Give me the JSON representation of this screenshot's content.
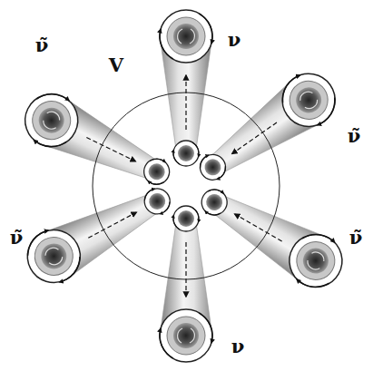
{
  "diagram": {
    "labels": [
      "ν",
      "ν̃",
      "V",
      "ν̃",
      "ν̃",
      "ν̃",
      "ν"
    ]
  }
}
